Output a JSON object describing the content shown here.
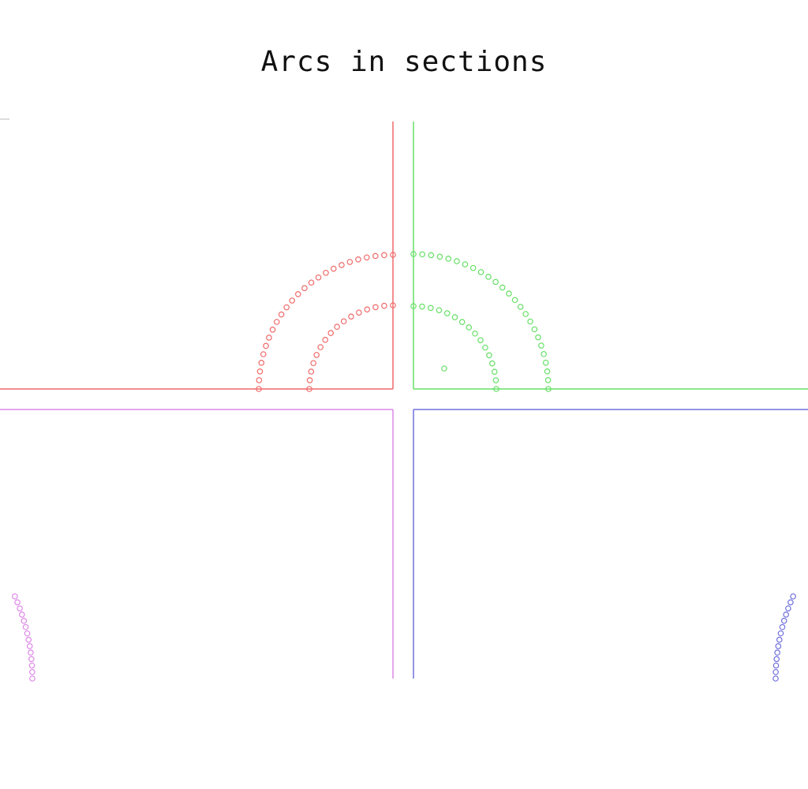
{
  "title": "Arcs in sections",
  "colors": {
    "top-left": "#ef6b6b",
    "top-right": "#66e066",
    "bottom-left": "#dd88e8",
    "bottom-right": "#7070dd",
    "corner-mark": "#bbbbbb"
  },
  "sections": [
    {
      "id": "top-left",
      "color_key": "top-left",
      "arcs": [
        {
          "ring": "inner",
          "points": 16
        },
        {
          "ring": "outer",
          "points": 25
        }
      ]
    },
    {
      "id": "top-right",
      "color_key": "top-right",
      "arcs": [
        {
          "ring": "inner",
          "points": 16
        },
        {
          "ring": "outer",
          "points": 25
        }
      ],
      "extra_point": true
    },
    {
      "id": "bottom-left",
      "color_key": "bottom-left",
      "arcs": [
        {
          "ring": "partial",
          "points": 14
        }
      ]
    },
    {
      "id": "bottom-right",
      "color_key": "bottom-right",
      "arcs": [
        {
          "ring": "partial",
          "points": 14
        }
      ]
    }
  ]
}
